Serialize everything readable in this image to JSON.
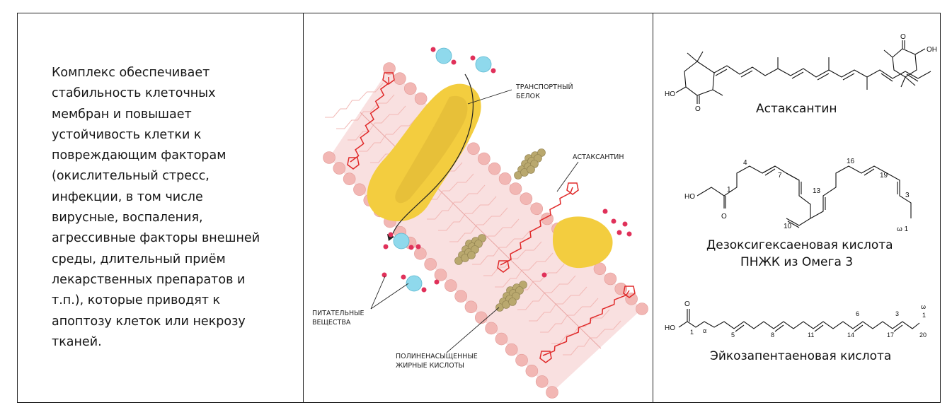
{
  "left_panel": {
    "description_lines": [
      "Комплекс обеспечивает",
      "стабильность клеточных",
      "мембран и повышает",
      "устойчивость клетки к",
      "повреждающим факторам",
      "(окислительный стресс,",
      "инфекции, в том числе",
      "вирусные, воспаления,",
      "агрессивные факторы внешней",
      "среды, длительный приём",
      "лекарственных препаратов и",
      "т.п.), которые приводят к",
      "апоптозу клеток или некрозу",
      "тканей."
    ]
  },
  "membrane_diagram": {
    "labels": {
      "transport_protein": [
        "ТРАНСПОРТНЫЙ",
        "БЕЛОК"
      ],
      "astaxanthin": "АСТАКСАНТИН",
      "nutrients": [
        "ПИТАТЕЛЬНЫЕ",
        "ВЕЩЕСТВА"
      ],
      "pufa": [
        "ПОЛИНЕНАСЫЩЕННЫЕ",
        "ЖИРНЫЕ КИСЛОТЫ"
      ]
    },
    "colors": {
      "membrane_fill": "#f9dede",
      "lipid_head": "#f2b7b4",
      "protein": "#f3cd3f",
      "astaxanthin_chain": "#e02a2a",
      "nutrient_sphere": "#8fd9ec",
      "nutrient_dot": "#e0315a",
      "pufa_cluster": "#b9a86e"
    }
  },
  "molecules": {
    "astaxanthin": {
      "name": "Астаксантин",
      "atoms": {
        "oh_right": "OH",
        "o_top": "O",
        "ho_left": "HO",
        "o_bottom": "O"
      }
    },
    "dha": {
      "name_line1": "Дезоксигексаеновая кислота",
      "name_line2": "ПНЖК из Омега 3",
      "atoms": {
        "ho": "HO",
        "o": "O"
      },
      "numbers": {
        "c1": "1",
        "c4": "4",
        "c7": "7",
        "c10": "10",
        "c13": "13",
        "c16": "16",
        "c19": "19",
        "c3": "3",
        "omega1": "ω 1"
      }
    },
    "epa": {
      "name": "Эйкозапентаеновая кислота",
      "atoms": {
        "ho": "HO",
        "o": "O"
      },
      "numbers": {
        "c1": "1",
        "alpha": "α",
        "c5": "5",
        "c8": "8",
        "c11": "11",
        "c14": "14",
        "c6": "6",
        "c17": "17",
        "c3": "3",
        "omega": "ω",
        "omega1": "1",
        "c20": "20"
      }
    }
  }
}
